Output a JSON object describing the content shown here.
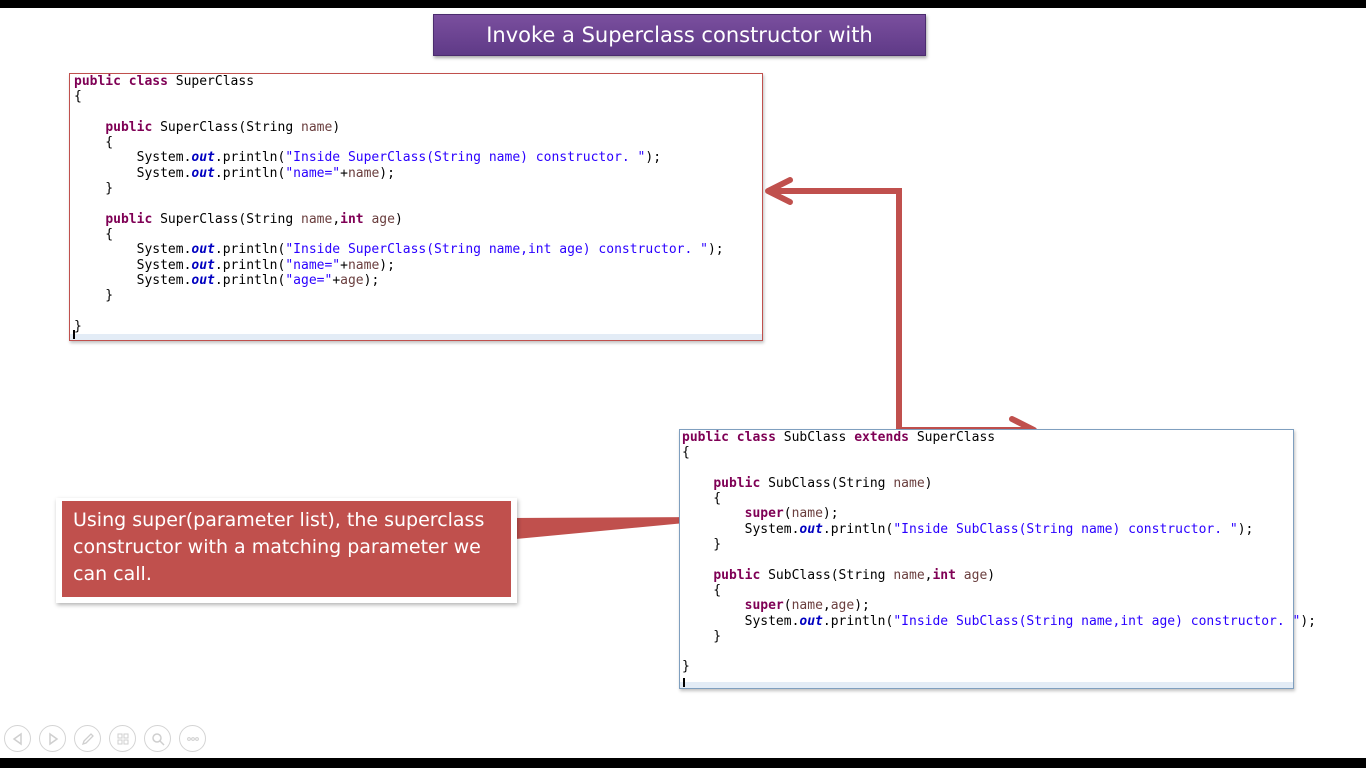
{
  "slide": {
    "title": "Invoke a Superclass constructor with parameter",
    "superclass_code": [
      [
        {
          "t": "public class",
          "c": "kw"
        },
        {
          "t": " SuperClass",
          "c": ""
        }
      ],
      [
        {
          "t": "{",
          "c": ""
        }
      ],
      [],
      [
        {
          "t": "    ",
          "c": ""
        },
        {
          "t": "public",
          "c": "kw"
        },
        {
          "t": " SuperClass(String ",
          "c": ""
        },
        {
          "t": "name",
          "c": "var"
        },
        {
          "t": ")",
          "c": ""
        }
      ],
      [
        {
          "t": "    {",
          "c": ""
        }
      ],
      [
        {
          "t": "        System.",
          "c": ""
        },
        {
          "t": "out",
          "c": "fld"
        },
        {
          "t": ".println(",
          "c": ""
        },
        {
          "t": "\"Inside SuperClass(String name) constructor. \"",
          "c": "str"
        },
        {
          "t": ");",
          "c": ""
        }
      ],
      [
        {
          "t": "        System.",
          "c": ""
        },
        {
          "t": "out",
          "c": "fld"
        },
        {
          "t": ".println(",
          "c": ""
        },
        {
          "t": "\"name=\"",
          "c": "str"
        },
        {
          "t": "+",
          "c": ""
        },
        {
          "t": "name",
          "c": "var"
        },
        {
          "t": ");",
          "c": ""
        }
      ],
      [
        {
          "t": "    }",
          "c": ""
        }
      ],
      [],
      [
        {
          "t": "    ",
          "c": ""
        },
        {
          "t": "public",
          "c": "kw"
        },
        {
          "t": " SuperClass(String ",
          "c": ""
        },
        {
          "t": "name",
          "c": "var"
        },
        {
          "t": ",",
          "c": ""
        },
        {
          "t": "int",
          "c": "kw"
        },
        {
          "t": " ",
          "c": ""
        },
        {
          "t": "age",
          "c": "var"
        },
        {
          "t": ")",
          "c": ""
        }
      ],
      [
        {
          "t": "    {",
          "c": ""
        }
      ],
      [
        {
          "t": "        System.",
          "c": ""
        },
        {
          "t": "out",
          "c": "fld"
        },
        {
          "t": ".println(",
          "c": ""
        },
        {
          "t": "\"Inside SuperClass(String name,int age) constructor. \"",
          "c": "str"
        },
        {
          "t": ");",
          "c": ""
        }
      ],
      [
        {
          "t": "        System.",
          "c": ""
        },
        {
          "t": "out",
          "c": "fld"
        },
        {
          "t": ".println(",
          "c": ""
        },
        {
          "t": "\"name=\"",
          "c": "str"
        },
        {
          "t": "+",
          "c": ""
        },
        {
          "t": "name",
          "c": "var"
        },
        {
          "t": ");",
          "c": ""
        }
      ],
      [
        {
          "t": "        System.",
          "c": ""
        },
        {
          "t": "out",
          "c": "fld"
        },
        {
          "t": ".println(",
          "c": ""
        },
        {
          "t": "\"age=\"",
          "c": "str"
        },
        {
          "t": "+",
          "c": ""
        },
        {
          "t": "age",
          "c": "var"
        },
        {
          "t": ");",
          "c": ""
        }
      ],
      [
        {
          "t": "    }",
          "c": ""
        }
      ],
      [],
      [
        {
          "t": "}",
          "c": ""
        }
      ]
    ],
    "subclass_code": [
      [
        {
          "t": "public class",
          "c": "kw"
        },
        {
          "t": " SubClass ",
          "c": ""
        },
        {
          "t": "extends",
          "c": "kw"
        },
        {
          "t": " SuperClass",
          "c": ""
        }
      ],
      [
        {
          "t": "{",
          "c": ""
        }
      ],
      [],
      [
        {
          "t": "    ",
          "c": ""
        },
        {
          "t": "public",
          "c": "kw"
        },
        {
          "t": " SubClass(String ",
          "c": ""
        },
        {
          "t": "name",
          "c": "var"
        },
        {
          "t": ")",
          "c": ""
        }
      ],
      [
        {
          "t": "    {",
          "c": ""
        }
      ],
      [
        {
          "t": "        ",
          "c": ""
        },
        {
          "t": "super",
          "c": "kw"
        },
        {
          "t": "(",
          "c": ""
        },
        {
          "t": "name",
          "c": "var"
        },
        {
          "t": ");",
          "c": ""
        }
      ],
      [
        {
          "t": "        System.",
          "c": ""
        },
        {
          "t": "out",
          "c": "fld"
        },
        {
          "t": ".println(",
          "c": ""
        },
        {
          "t": "\"Inside SubClass(String name) constructor. \"",
          "c": "str"
        },
        {
          "t": ");",
          "c": ""
        }
      ],
      [
        {
          "t": "    }",
          "c": ""
        }
      ],
      [],
      [
        {
          "t": "    ",
          "c": ""
        },
        {
          "t": "public",
          "c": "kw"
        },
        {
          "t": " SubClass(String ",
          "c": ""
        },
        {
          "t": "name",
          "c": "var"
        },
        {
          "t": ",",
          "c": ""
        },
        {
          "t": "int",
          "c": "kw"
        },
        {
          "t": " ",
          "c": ""
        },
        {
          "t": "age",
          "c": "var"
        },
        {
          "t": ")",
          "c": ""
        }
      ],
      [
        {
          "t": "    {",
          "c": ""
        }
      ],
      [
        {
          "t": "        ",
          "c": ""
        },
        {
          "t": "super",
          "c": "kw"
        },
        {
          "t": "(",
          "c": ""
        },
        {
          "t": "name",
          "c": "var"
        },
        {
          "t": ",",
          "c": ""
        },
        {
          "t": "age",
          "c": "var"
        },
        {
          "t": ");",
          "c": ""
        }
      ],
      [
        {
          "t": "        System.",
          "c": ""
        },
        {
          "t": "out",
          "c": "fld"
        },
        {
          "t": ".println(",
          "c": ""
        },
        {
          "t": "\"Inside SubClass(String name,int age) constructor. \"",
          "c": "str"
        },
        {
          "t": ");",
          "c": ""
        }
      ],
      [
        {
          "t": "    }",
          "c": ""
        }
      ],
      [],
      [
        {
          "t": "}",
          "c": ""
        }
      ]
    ],
    "callout_text": "Using super(parameter list), the superclass constructor with a matching parameter we can call."
  },
  "colors": {
    "title_banner": "#6a4593",
    "callout": "#c0504d",
    "arrow": "#c0504d",
    "keyword": "#7f0055",
    "string": "#2a00ff",
    "field": "#0000c0",
    "variable": "#6a3e3e"
  },
  "navigation": {
    "buttons": [
      {
        "name": "previous-slide-icon"
      },
      {
        "name": "next-slide-icon"
      },
      {
        "name": "pen-icon"
      },
      {
        "name": "slides-grid-icon"
      },
      {
        "name": "zoom-icon"
      },
      {
        "name": "more-options-icon"
      }
    ]
  }
}
